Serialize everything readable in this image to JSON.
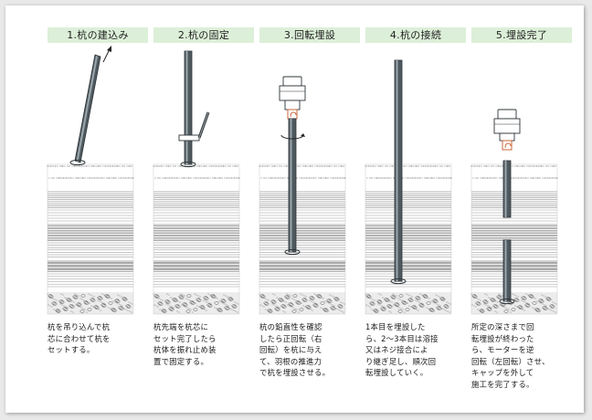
{
  "steps": [
    {
      "label": "1.杭の建込み",
      "description": "杭を吊り込んで杭\n芯に合わせて杭を\nセットする。"
    },
    {
      "label": "2.杭の固定",
      "description": "杭先端を杭芯に\nセット完了したら\n杭体を振れ止め装\n置で固定する。"
    },
    {
      "label": "3.回転埋設",
      "description": "杭の鉛直性を確認\nしたら正回転（右\n回転）を杭に与え\nて、羽根の推進力\nで杭を埋設させる。"
    },
    {
      "label": "4.杭の接続",
      "description": "1本目を埋設した\nら、2〜3本目は溶接\n又はネジ接合によ\nり継ぎ足し、順次回\n転埋設していく。"
    },
    {
      "label": "5.埋設完了",
      "description": "所定の深さまで回\n転埋設が終わった\nら、モーターを逆\n回転（左回転）させ、\nキャップを外して\n施工を完了する。"
    }
  ],
  "colors": {
    "label_bg": "#dcefd8",
    "pile": "#4f5a60",
    "pile_highlight": "#9aa5ab",
    "cap": "#c8673a"
  }
}
